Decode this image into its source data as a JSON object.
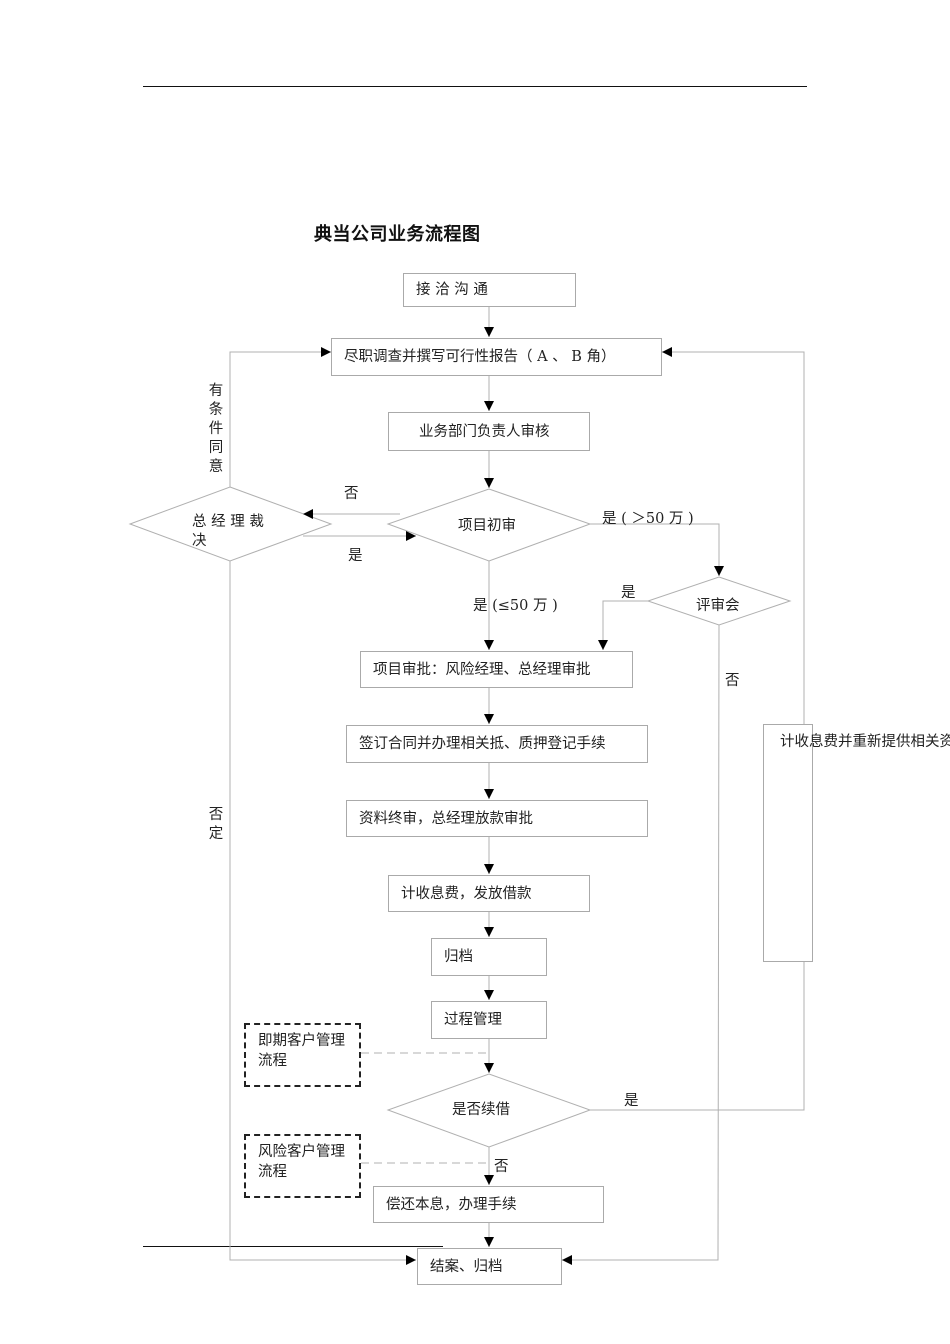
{
  "title": "典当公司业务流程图",
  "nodes": {
    "contact": "接 洽 沟 通",
    "due_diligence": "尽职调查并撰写可行性报告（ A 、 B 角）",
    "dept_review": "业务部门负责人审核",
    "initial_review": "项目初审",
    "gm_decision": "总 经 理 裁 决",
    "review_committee": "评审会",
    "project_approval": "项目审批：风险经理、总经理审批",
    "sign_contract": "签订合同并办理相关抵、质押登记手续",
    "final_review": "资料终审，总经理放款审批",
    "disburse": "计收息费，发放借款",
    "archive": "归档",
    "process_mgmt": "过程管理",
    "renew_decision": "是否续借",
    "repay": "偿还本息，办理手续",
    "close": "结案、归档",
    "recharge": "计收息费并重新提供相关资料",
    "due_client_flow": "即期客户管理流程",
    "risk_client_flow": "风险客户管理流程"
  },
  "edge_labels": {
    "conditional_agree": "有条件同意",
    "no_to_gm": "否",
    "yes_from_gm": "是",
    "yes_over_50": "是 ( ＞50 万 )",
    "yes_under_50": "是 (≤50 万 )",
    "committee_yes": "是",
    "committee_no": "否",
    "gm_reject": "否定",
    "renew_yes": "是",
    "renew_no": "否"
  },
  "colors": {
    "line": "#b0b0b0",
    "arrow": "#000000",
    "text": "#222222"
  }
}
